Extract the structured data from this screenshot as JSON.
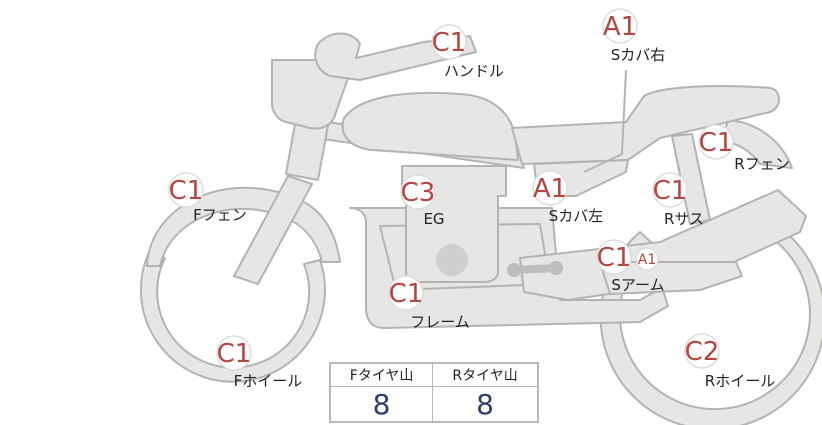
{
  "colors": {
    "grade_red": "#b5453f",
    "part_fill": "#e6e6e4",
    "part_outline": "#b3b3b0",
    "tread_value": "#2c3e6b"
  },
  "parts": [
    {
      "id": "handle",
      "grade": "C1",
      "label": "ハンドル"
    },
    {
      "id": "side-cover-right",
      "grade": "A1",
      "label": "Sカバ右"
    },
    {
      "id": "rear-fender",
      "grade": "C1",
      "label": "Rフェン"
    },
    {
      "id": "front-fender",
      "grade": "C1",
      "label": "Fフェン"
    },
    {
      "id": "engine",
      "grade": "C3",
      "label": "EG"
    },
    {
      "id": "side-cover-left",
      "grade": "A1",
      "label": "Sカバ左"
    },
    {
      "id": "rear-suspension",
      "grade": "C1",
      "label": "Rサス"
    },
    {
      "id": "swing-arm",
      "grade": "C1",
      "grade_extra": "A1",
      "label": "Sアーム"
    },
    {
      "id": "frame",
      "grade": "C1",
      "label": "フレーム"
    },
    {
      "id": "front-wheel",
      "grade": "C1",
      "label": "Fホイール"
    },
    {
      "id": "rear-wheel",
      "grade": "C2",
      "label": "Rホイール"
    }
  ],
  "tread": {
    "headers": [
      "Fタイヤ山",
      "Rタイヤ山"
    ],
    "values": [
      "8",
      "8"
    ]
  }
}
